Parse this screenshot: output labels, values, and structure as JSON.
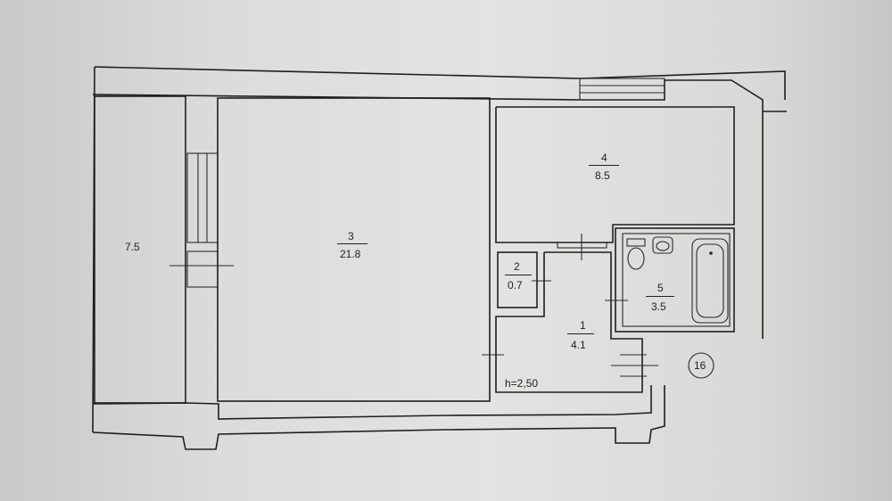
{
  "rooms": [
    {
      "number": "",
      "area": "7.5"
    },
    {
      "number": "3",
      "area": "21.8"
    },
    {
      "number": "4",
      "area": "8.5"
    },
    {
      "number": "2",
      "area": "0.7"
    },
    {
      "number": "1",
      "area": "4.1"
    },
    {
      "number": "5",
      "area": "3.5"
    }
  ],
  "ceiling_height": "h=2,50",
  "apartment_number": "16"
}
